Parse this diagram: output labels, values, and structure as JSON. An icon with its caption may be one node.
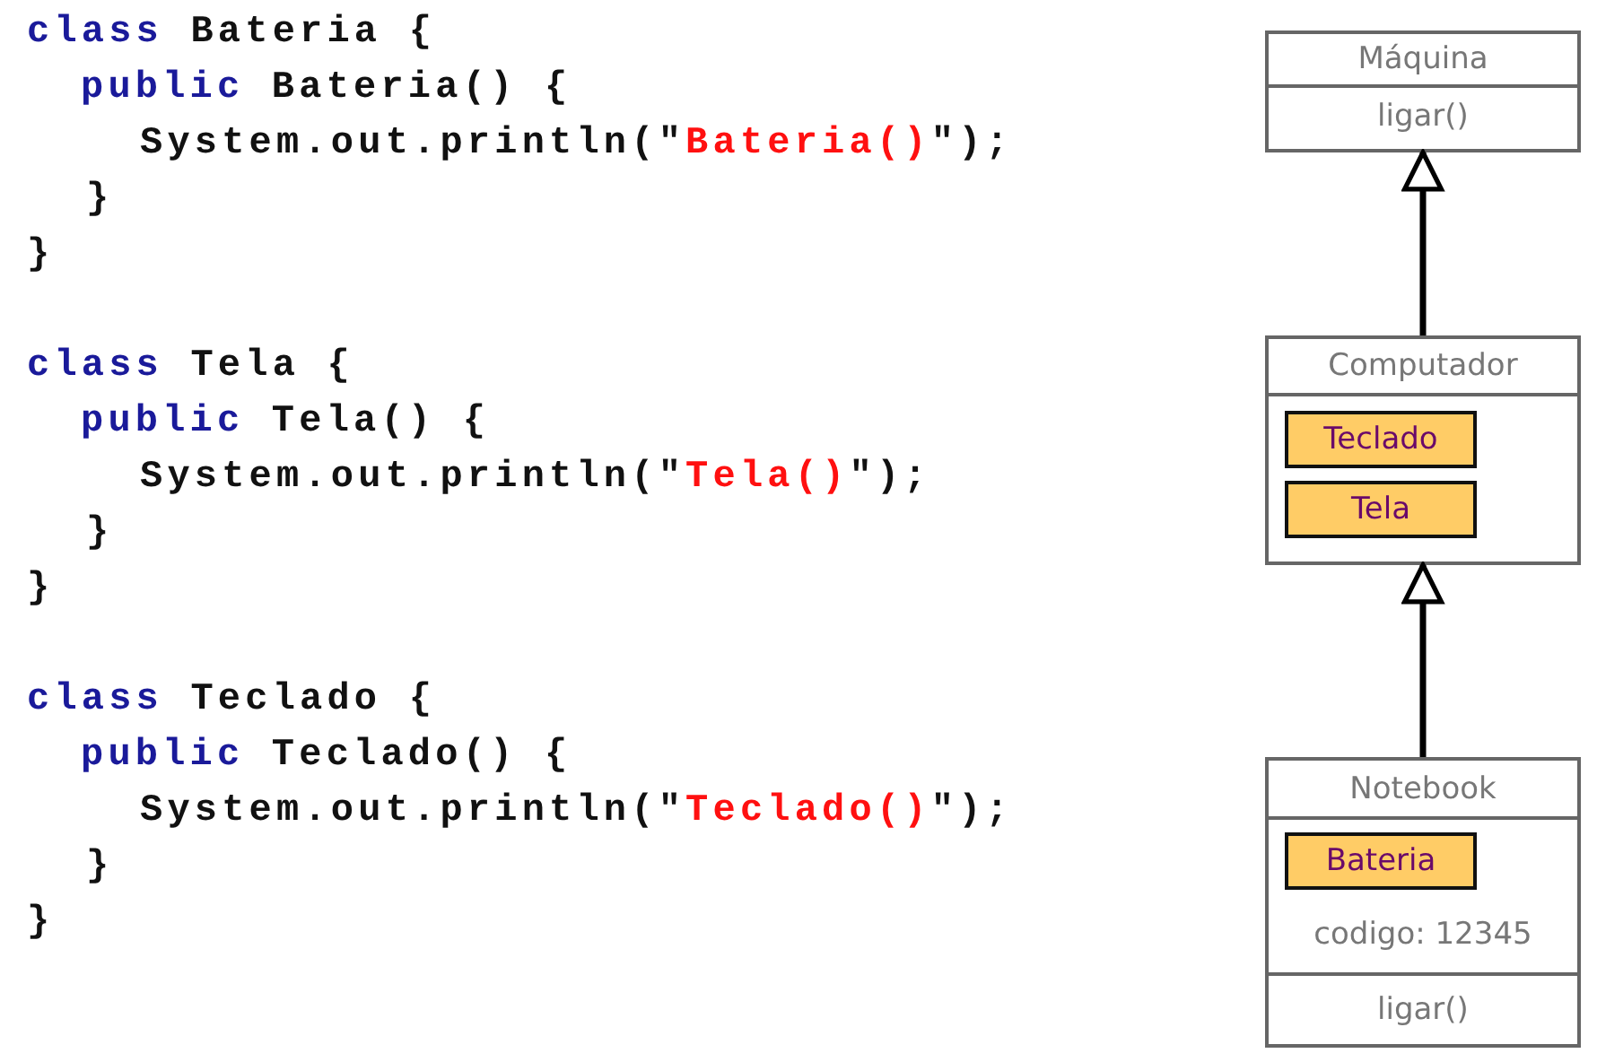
{
  "diagram": {
    "nodes": [
      {
        "text": [
          "Máquina",
          "ligar()"
        ]
      },
      {
        "text": [
          "Computador"
        ]
      },
      {
        "text": [
          "Teclado"
        ],
        "in": 1
      },
      {
        "text": [
          "Tela"
        ],
        "in": 1
      },
      {
        "text": [
          "Notebook",
          "codigo: 12345",
          "ligar()"
        ]
      },
      {
        "text": [
          "Bateria"
        ],
        "in": 4
      }
    ],
    "edges": [
      {
        "from": 1,
        "to": 0,
        "arrow": "to"
      },
      {
        "from": 4,
        "to": 1,
        "arrow": "to"
      }
    ],
    "labels": [
      "class Bateria {",
      "public Bateria() {",
      "System.out.println(\"Bateria()\");",
      "}",
      "}",
      "class Tela {",
      "public Tela() {",
      "System.out.println(\"Tela()\");",
      "}",
      "}",
      "class Teclado {",
      "public Teclado() {",
      "System.out.println(\"Teclado()\");",
      "}",
      "}"
    ]
  }
}
